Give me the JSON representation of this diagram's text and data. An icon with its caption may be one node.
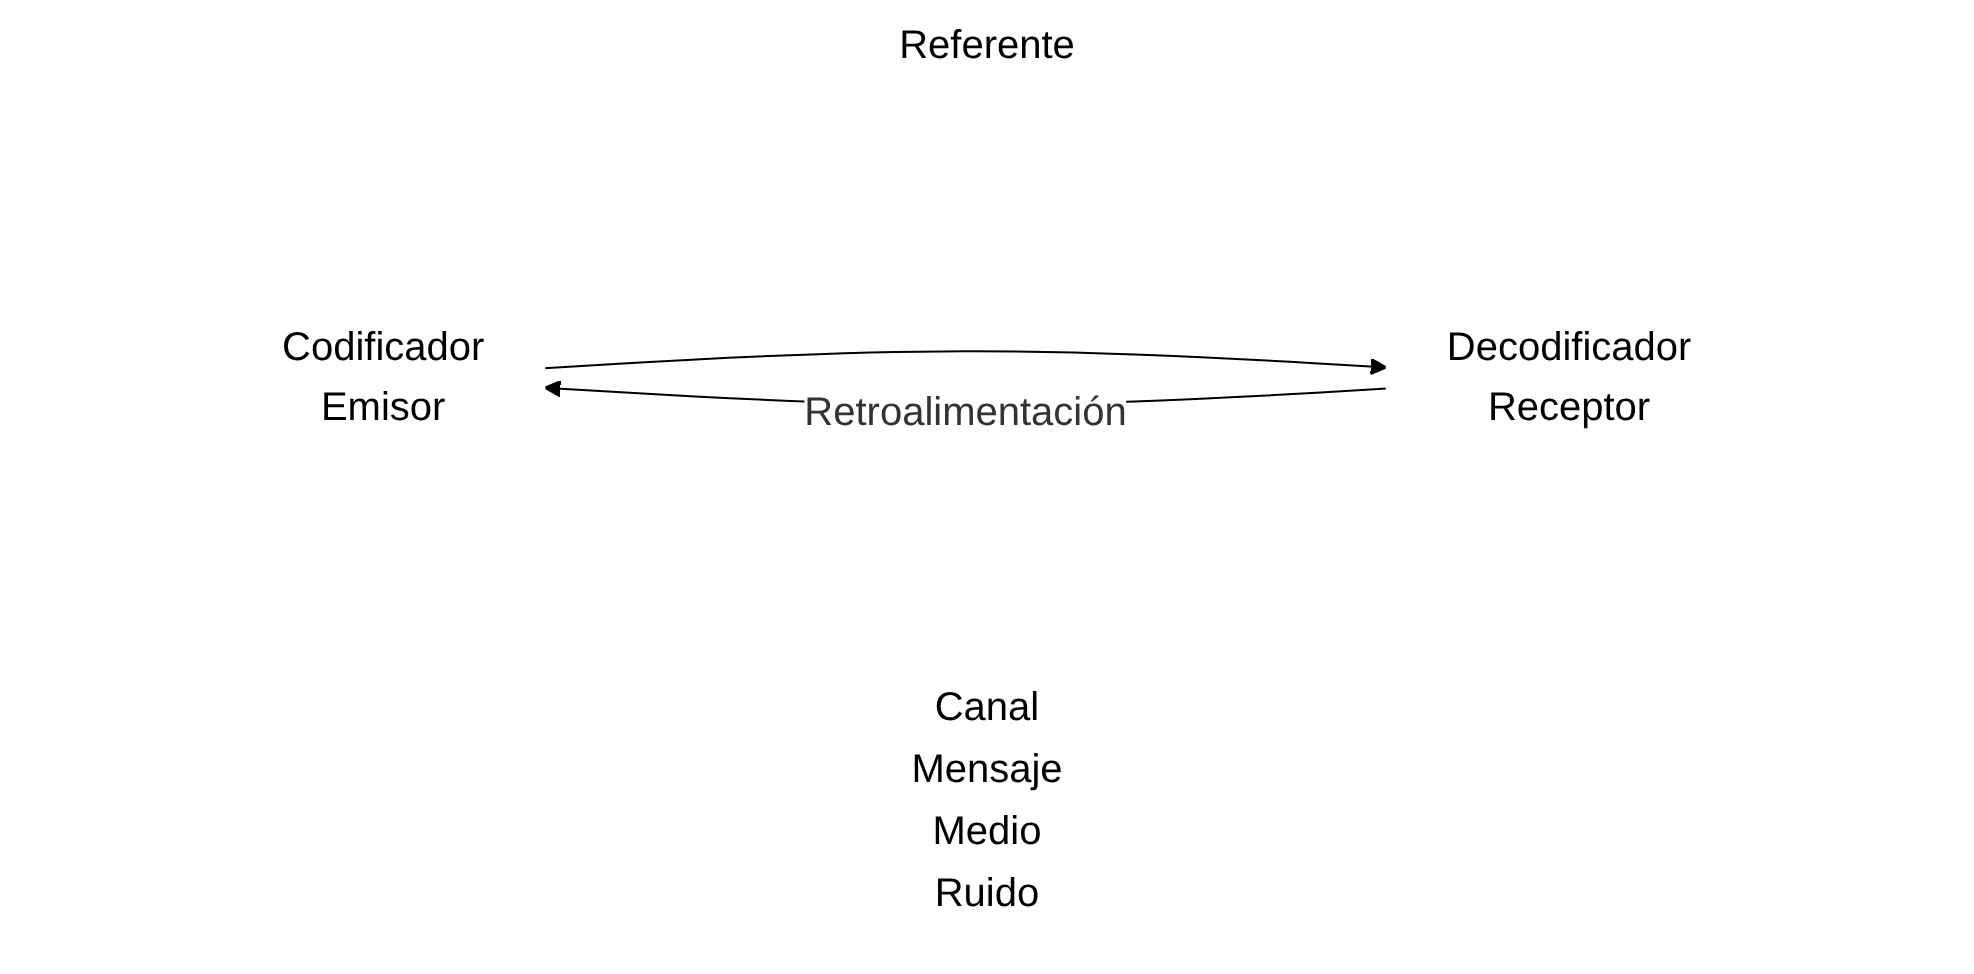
{
  "diagram": {
    "nodes": [
      {
        "text": [
          "Codificador",
          "Emisor"
        ]
      },
      {
        "text": [
          "Decodificador",
          "Receptor"
        ]
      }
    ],
    "edges": [
      {
        "from": 1,
        "to": 0,
        "arrow": "to",
        "label": "Retroalimentación"
      },
      {
        "from": 0,
        "to": 1,
        "arrow": "to"
      }
    ],
    "labels": [
      "Referente",
      "Canal",
      "Mensaje",
      "Medio",
      "Ruido"
    ]
  }
}
